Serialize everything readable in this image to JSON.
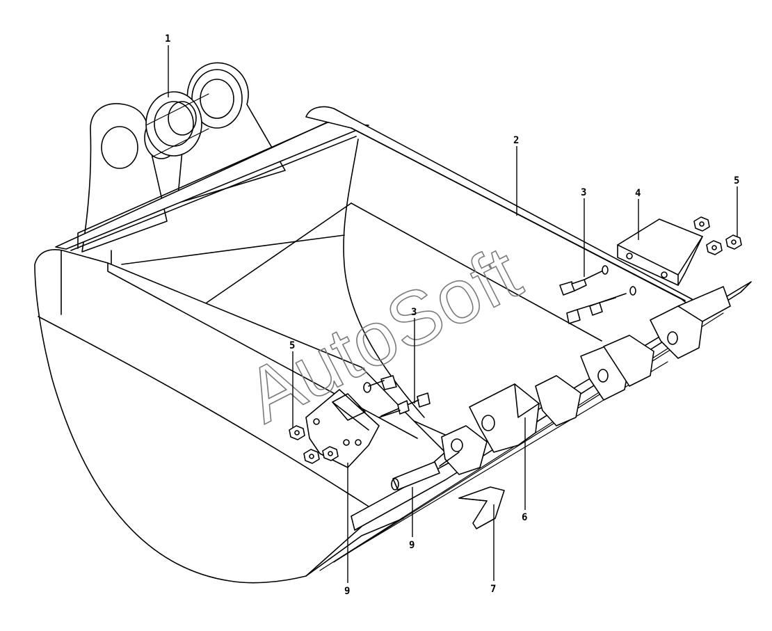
{
  "watermark": "AutoSoft",
  "callouts": [
    {
      "id": "c1",
      "text": "1"
    },
    {
      "id": "c2",
      "text": "2"
    },
    {
      "id": "c3a",
      "text": "3"
    },
    {
      "id": "c4",
      "text": "4"
    },
    {
      "id": "c5a",
      "text": "5"
    },
    {
      "id": "c3b",
      "text": "3"
    },
    {
      "id": "c5b",
      "text": "5"
    },
    {
      "id": "c6",
      "text": "6"
    },
    {
      "id": "c7",
      "text": "7"
    },
    {
      "id": "c9a",
      "text": "9"
    },
    {
      "id": "c9b",
      "text": "9"
    }
  ]
}
